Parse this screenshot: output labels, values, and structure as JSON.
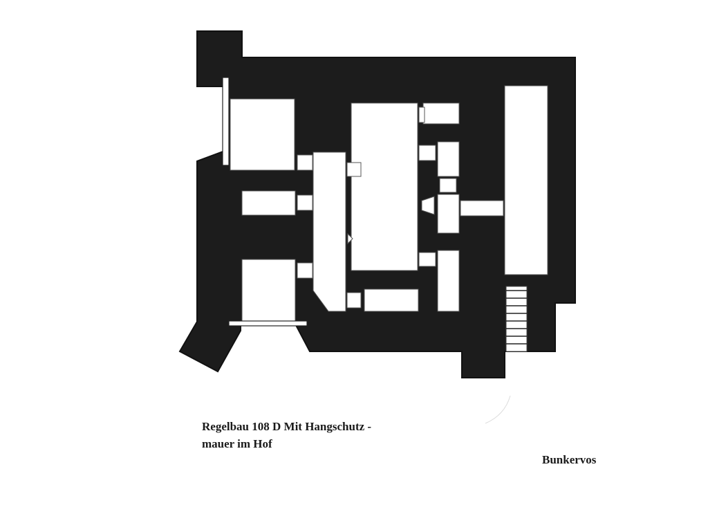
{
  "caption": {
    "line1": "Regelbau 108 D Mit Hangschutz -",
    "line2": "mauer im Hof"
  },
  "credit": "Bunkervos",
  "colors": {
    "wall": "#1c1c1c",
    "room": "#ffffff",
    "text": "#1a1a1a"
  }
}
